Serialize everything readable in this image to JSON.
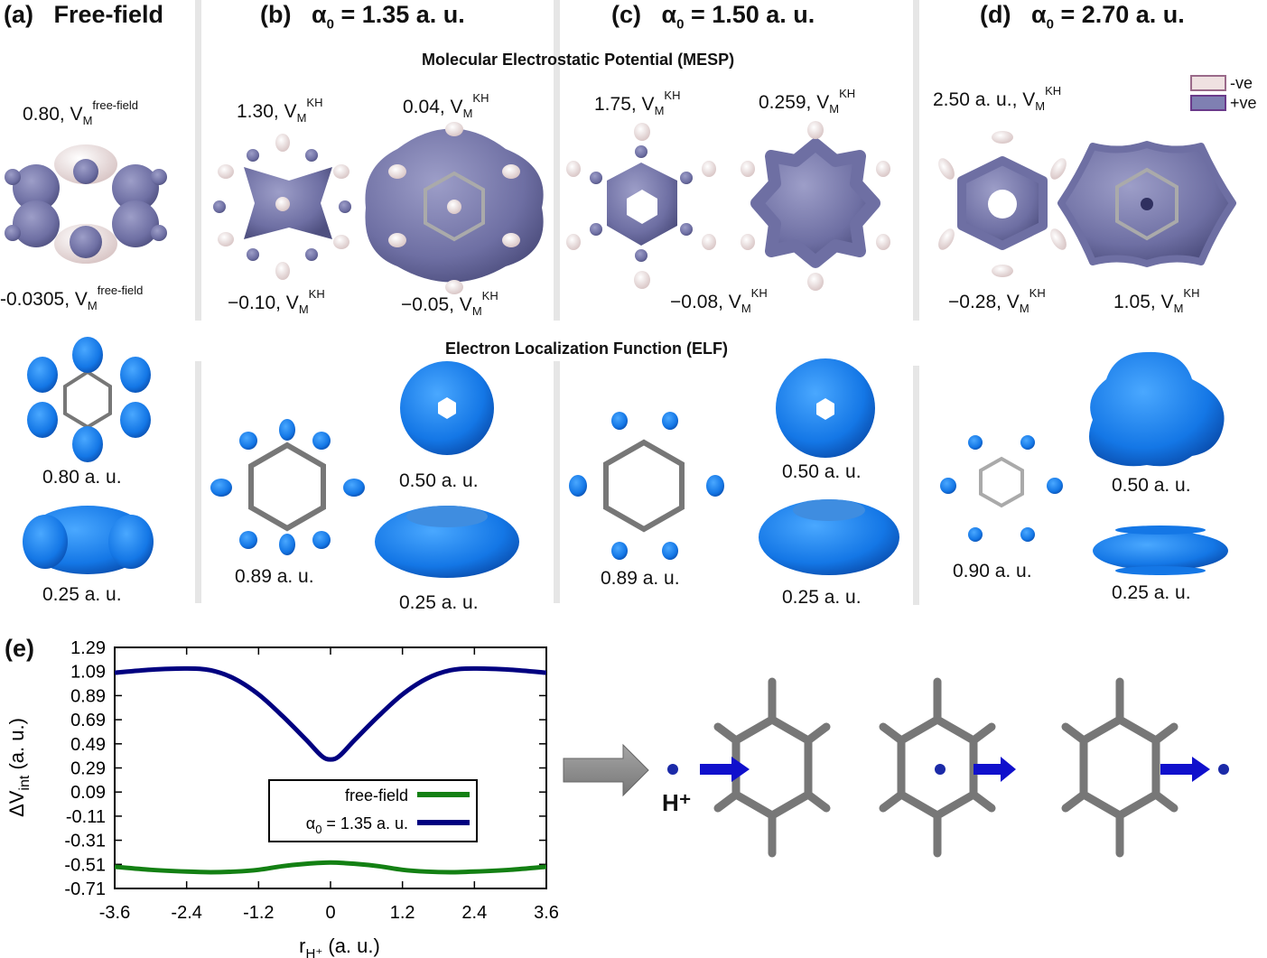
{
  "panels": {
    "a": {
      "letter": "(a)",
      "title": "Free-field"
    },
    "b": {
      "letter": "(b)",
      "alpha": "α",
      "sub": "0",
      "value": " = 1.35 a. u."
    },
    "c": {
      "letter": "(c)",
      "alpha": "α",
      "sub": "0",
      "value": " = 1.50 a. u."
    },
    "d": {
      "letter": "(d)",
      "alpha": "α",
      "sub": "0",
      "value": " = 2.70 a. u."
    },
    "e": {
      "letter": "(e)"
    }
  },
  "sections": {
    "mesp": "Molecular Electrostatic Potential (MESP)",
    "elf": "Electron Localization Function (ELF)"
  },
  "mesp_legend": {
    "neg": "-ve",
    "pos": "+ve",
    "neg_color": "#efe1e1",
    "pos_color": "#7f80b2"
  },
  "mesp_labels": {
    "a_top": {
      "val": "0.80, V",
      "sub": "M",
      "sup": "free-field"
    },
    "a_bot": {
      "val": "-0.0305, V",
      "sub": "M",
      "sup": "free-field"
    },
    "b1_top": {
      "val": "1.30, V",
      "sub": "M",
      "sup": "KH"
    },
    "b2_top": {
      "val": "0.04, V",
      "sub": "M",
      "sup": "KH"
    },
    "b1_bot": {
      "val": "−0.10, V",
      "sub": "M",
      "sup": "KH"
    },
    "b2_bot": {
      "val": "−0.05, V",
      "sub": "M",
      "sup": "KH"
    },
    "c1_top": {
      "val": "1.75, V",
      "sub": "M",
      "sup": "KH"
    },
    "c2_top": {
      "val": "0.259, V",
      "sub": "M",
      "sup": "KH"
    },
    "c_bot": {
      "val": "−0.08, V",
      "sub": "M",
      "sup": "KH"
    },
    "d1_top": {
      "val": "2.50 a. u., V",
      "sub": "M",
      "sup": "KH"
    },
    "d1_bot": {
      "val": "−0.28, V",
      "sub": "M",
      "sup": "KH"
    },
    "d2_bot": {
      "val": "1.05, V",
      "sub": "M",
      "sup": "KH"
    }
  },
  "elf_labels": {
    "a1": "0.80 a. u.",
    "a2": "0.25 a. u.",
    "b1": "0.89 a. u.",
    "b2": "0.50 a. u.",
    "b3": "0.25 a. u.",
    "c1": "0.89 a. u.",
    "c2": "0.50 a. u.",
    "c3": "0.25 a. u.",
    "d1": "0.90 a. u.",
    "d2": "0.50 a. u.",
    "d3": "0.25 a. u."
  },
  "schematic": {
    "proton_label": "H⁺",
    "arrow_color": "#1010cc"
  },
  "chart_data": {
    "type": "line",
    "xlabel": "r",
    "xlabel_sub": "H⁺",
    "xlabel_unit": "(a. u.)",
    "ylabel": "ΔV",
    "ylabel_sub": "int",
    "ylabel_unit": "(a. u.)",
    "xlim": [
      -3.6,
      3.6
    ],
    "ylim": [
      -0.71,
      1.29
    ],
    "xticks": [
      "-3.6",
      "-2.4",
      "-1.2",
      "0",
      "1.2",
      "2.4",
      "3.6"
    ],
    "yticks": [
      "1.29",
      "1.09",
      "0.89",
      "0.69",
      "0.49",
      "0.29",
      "0.09",
      "-0.11",
      "-0.31",
      "-0.51",
      "-0.71"
    ],
    "legend_position": "center-bottom",
    "series": [
      {
        "name": "free-field",
        "color": "#138013",
        "x": [
          -3.6,
          -3.0,
          -2.4,
          -2.0,
          -1.6,
          -1.2,
          -0.8,
          -0.4,
          0,
          0.4,
          0.8,
          1.2,
          1.6,
          2.0,
          2.4,
          3.0,
          3.6
        ],
        "y": [
          -0.53,
          -0.555,
          -0.57,
          -0.575,
          -0.57,
          -0.555,
          -0.525,
          -0.505,
          -0.495,
          -0.505,
          -0.525,
          -0.555,
          -0.57,
          -0.575,
          -0.57,
          -0.555,
          -0.53
        ]
      },
      {
        "name": "α",
        "name_sub": "0",
        "name_value": " = 1.35 a. u.",
        "color": "#000080",
        "x": [
          -3.6,
          -3.0,
          -2.4,
          -2.0,
          -1.6,
          -1.2,
          -0.8,
          -0.4,
          -0.15,
          0,
          0.15,
          0.4,
          0.8,
          1.2,
          1.6,
          2.0,
          2.4,
          3.0,
          3.6
        ],
        "y": [
          1.08,
          1.105,
          1.115,
          1.1,
          1.03,
          0.9,
          0.72,
          0.52,
          0.39,
          0.36,
          0.39,
          0.52,
          0.72,
          0.9,
          1.03,
          1.1,
          1.115,
          1.105,
          1.08
        ]
      }
    ]
  }
}
